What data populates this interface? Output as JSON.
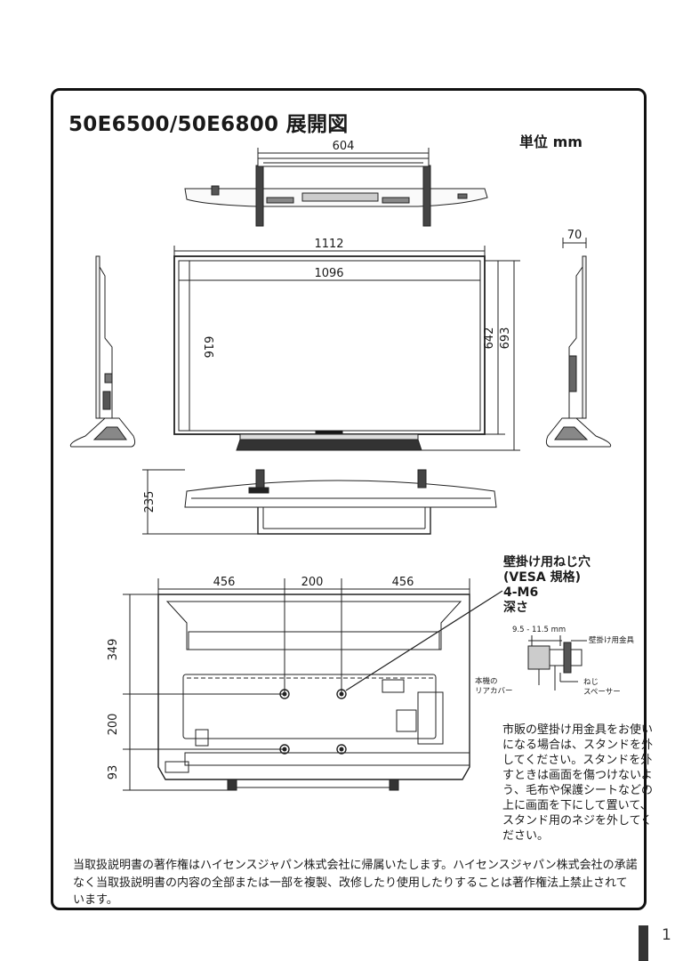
{
  "title": "50E6500/50E6800 展開図",
  "unit_label": "単位 mm",
  "dims": {
    "stand_width": "604",
    "overall_width": "1112",
    "screen_width": "1096",
    "screen_height": "616",
    "height_without_stand": "642",
    "height_with_stand": "693",
    "depth": "70",
    "stand_depth": "235",
    "rear_left": "456",
    "rear_mid": "200",
    "rear_right": "456",
    "rear_top": "349",
    "rear_vesa": "200",
    "rear_bottom": "93"
  },
  "vesa": {
    "line1": "壁掛け用ねじ穴",
    "line2": "(VESA 規格)",
    "line3": "4-M6",
    "line4": "深さ"
  },
  "detail": {
    "depth_range": "9.5 - 11.5 mm",
    "bracket": "壁掛け用金具",
    "rear_cover_1": "本機の",
    "rear_cover_2": "リアカバー",
    "screw": "ねじ",
    "spacer": "スペーサー"
  },
  "note": "市販の壁掛け用金具をお使いになる場合は、スタンドを外してください。スタンドを外すときは画面を傷つけないよう、毛布や保護シートなどの上に画面を下にして置いて、スタンド用のネジを外してください。",
  "copyright": "当取扱説明書の著作権はハイセンスジャパン株式会社に帰属いたします。ハイセンスジャパン株式会社の承諾なく当取扱説明書の内容の全部または一部を複製、改修したり使用したりすることは著作権法上禁止されています。",
  "page_number": "1"
}
